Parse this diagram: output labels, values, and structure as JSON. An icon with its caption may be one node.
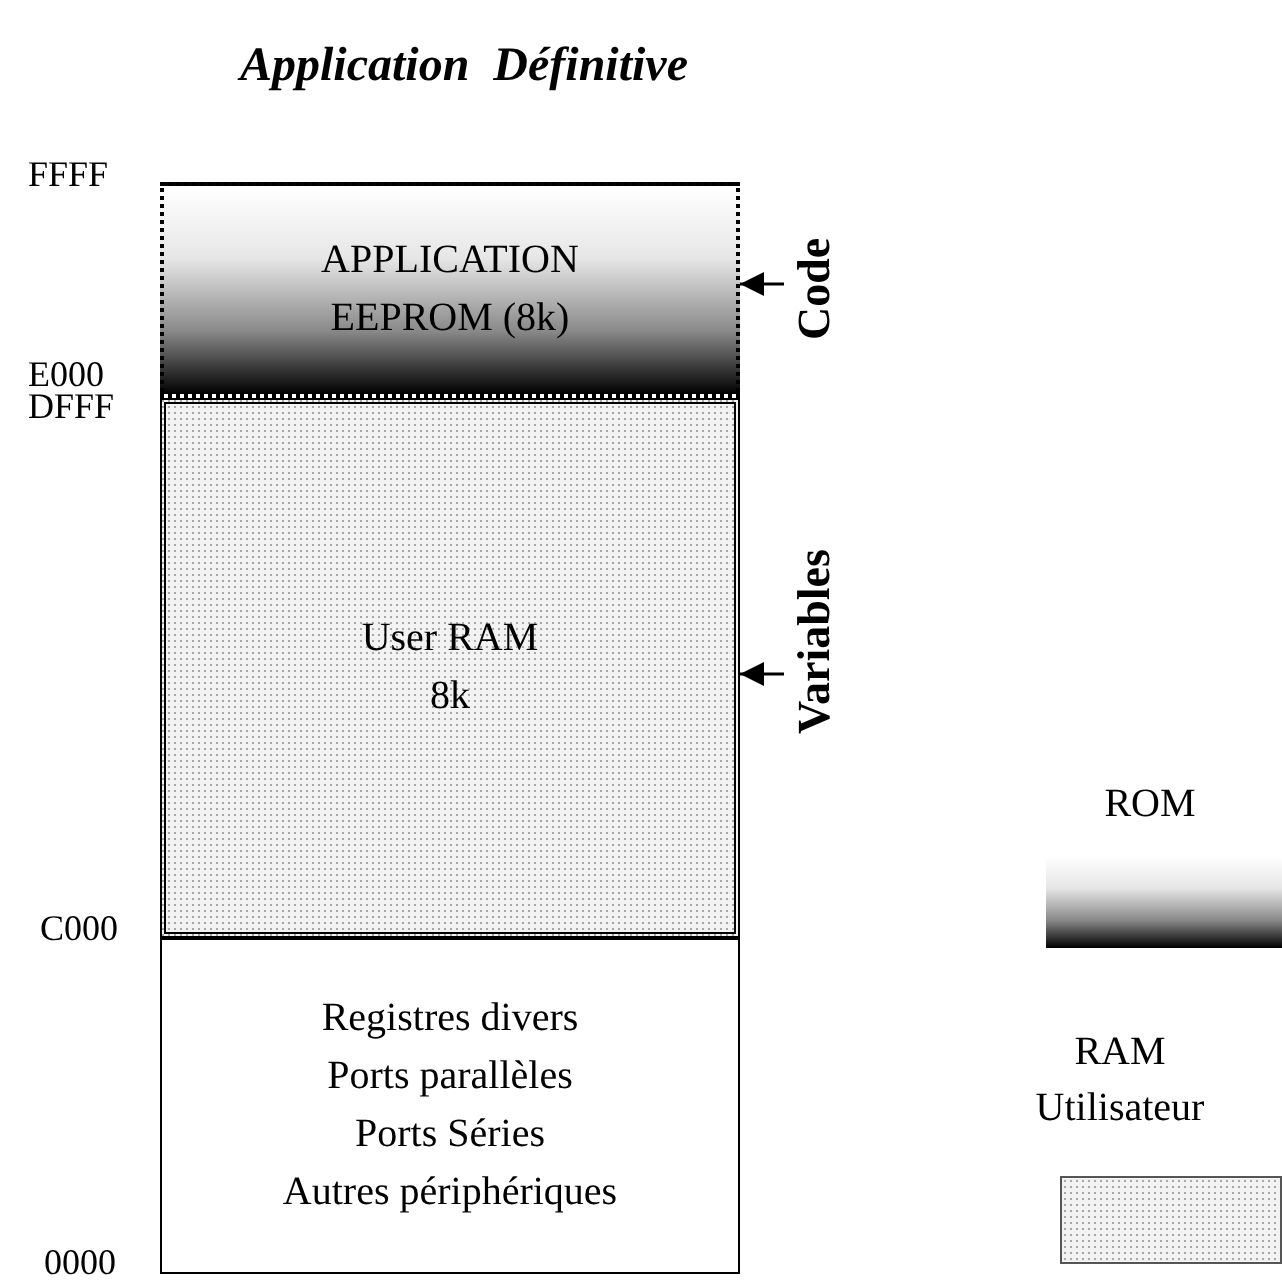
{
  "diagram": {
    "title": "Application  Définitive",
    "nodes": [
      {
        "text": [
          "APPLICATION EEPROM (8k)"
        ]
      },
      {
        "text": [
          "User RAM 8k"
        ]
      },
      {
        "text": [
          "Registres divers",
          "Ports parallèles",
          "Ports Séries",
          "Autres périphériques"
        ]
      },
      {
        "text": [
          "Code"
        ]
      },
      {
        "text": [
          "Variables"
        ]
      }
    ],
    "edges": [
      {
        "from": 3,
        "to": 0,
        "arrow": "to"
      },
      {
        "from": 4,
        "to": 1,
        "arrow": "to"
      }
    ],
    "labels": [
      "FFFF",
      "E000",
      "DFFF",
      "C000",
      "0000"
    ],
    "legend": [
      {
        "text": "ROM"
      },
      {
        "text": "RAM Utilisateur"
      }
    ]
  }
}
